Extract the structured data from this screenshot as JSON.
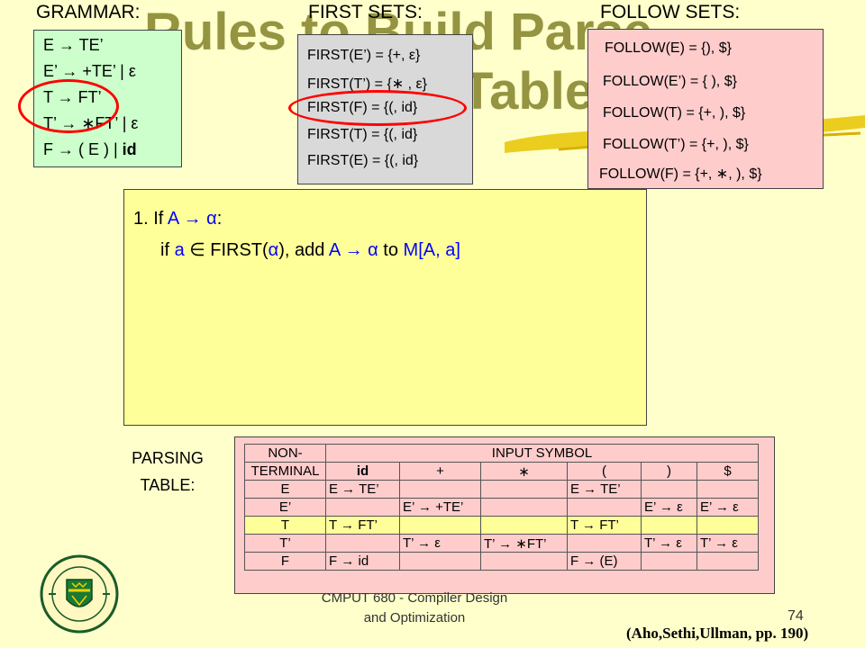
{
  "title": {
    "line1": "Rules to Build Parse",
    "line2": "Table"
  },
  "headers": {
    "grammar": "GRAMMAR:",
    "first": "FIRST SETS:",
    "follow": "FOLLOW SETS:"
  },
  "grammar": [
    "E  → TE’",
    "E’ → +TE’ | ε",
    "T  → FT’",
    "T’ → ∗FT’ | ε",
    "F  → ( E ) | "
  ],
  "grammar_id": "id",
  "first_sets": [
    "FIRST(E’) = {+,  ε}",
    "FIRST(T’) = {∗ ,  ε}",
    "FIRST(F) = {(, id}",
    "FIRST(T) = {(, id}",
    "FIRST(E)  = {(, id}"
  ],
  "follow_sets": [
    "FOLLOW(E) = {), $}",
    "FOLLOW(E’) = { ), $}",
    "FOLLOW(T) = {+,  ), $}",
    "FOLLOW(T’) = {+, ), $}",
    "FOLLOW(F) = {+, ∗, ), $}"
  ],
  "rule": {
    "num": "1. If ",
    "cond_blue": "A → α",
    "colon": ":",
    "if_text": "if ",
    "a_blue": "a",
    "in_first": " ∈ FIRST(",
    "alpha_blue": "α",
    "close_add": "), add ",
    "prod_blue": "A → α",
    "to_text": " to ",
    "m_blue": "M[A, a]"
  },
  "parsing_label": {
    "line1": "PARSING",
    "line2": "TABLE:"
  },
  "table": {
    "nonterm_header": [
      "NON-",
      "TERMINAL"
    ],
    "input_header": "INPUT SYMBOL",
    "symbols": [
      "id",
      "+",
      "∗",
      "(",
      ")",
      "$"
    ],
    "rows": [
      {
        "nt": "E",
        "cells": [
          "E → TE’",
          "",
          "",
          "E → TE’",
          "",
          ""
        ]
      },
      {
        "nt": "E’",
        "cells": [
          "",
          "E’ → +TE’",
          "",
          "",
          "E’ → ε",
          "E’ → ε"
        ]
      },
      {
        "nt": "T",
        "cells": [
          "T → FT’",
          "",
          "",
          "T → FT’",
          "",
          ""
        ]
      },
      {
        "nt": "T’",
        "cells": [
          "",
          "T’ → ε",
          "T’ → ∗FT’",
          "",
          "T’ → ε",
          "T’ → ε"
        ]
      },
      {
        "nt": "F",
        "cells": [
          "F → id",
          "",
          "",
          "F → (E)",
          "",
          ""
        ]
      }
    ]
  },
  "footer": {
    "line1": "CMPUT 680 - Compiler Design",
    "line2": "and Optimization"
  },
  "page_number": "74",
  "citation": "(Aho,Sethi,Ullman, pp. 190)",
  "colors": {
    "background": "#ffffcc",
    "grammar_box": "#ccffcc",
    "first_box": "#d9d9d9",
    "follow_box": "#ffcccc",
    "rule_box": "#ffff99",
    "highlight": "#ff0000",
    "accent": "#0000ff",
    "title": "#8f8f3a"
  }
}
